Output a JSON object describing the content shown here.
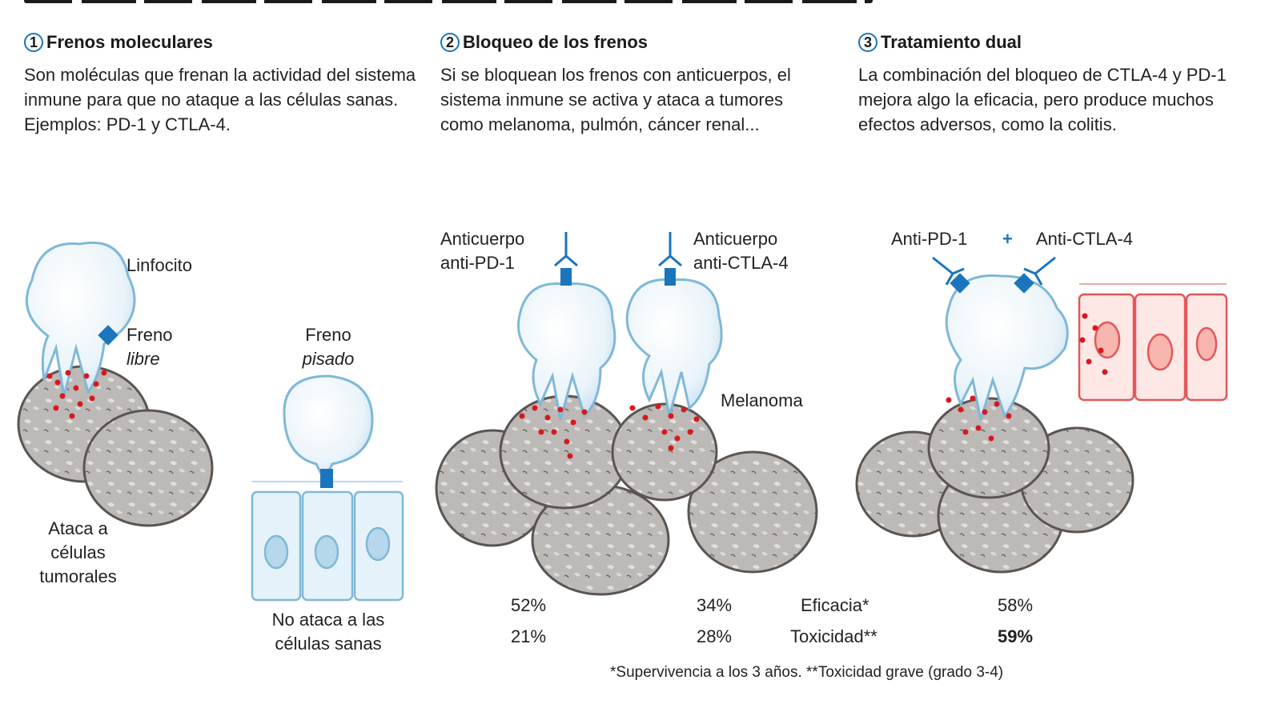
{
  "sections": [
    {
      "number": "1",
      "title": "Frenos moleculares",
      "text": "Son moléculas que frenan la actividad del sistema inmune para que no ataque a las células sanas. Ejemplos: PD-1 y CTLA-4."
    },
    {
      "number": "2",
      "title": "Bloqueo de los frenos",
      "text": "Si se bloquean los frenos con anticuerpos, el sistema inmune se activa y ataca a tumores como melanoma, pulmón, cáncer renal..."
    },
    {
      "number": "3",
      "title": "Tratamiento dual",
      "text": "La combinación del bloqueo de CTLA-4 y PD-1 mejora algo la eficacia, pero produce muchos efectos adversos, como la colitis."
    }
  ],
  "labels": {
    "linfocito": "Linfocito",
    "freno": "Freno",
    "libre": "libre",
    "pisado": "pisado",
    "ataca": "Ataca a células tumorales",
    "no_ataca": "No ataca a las células sanas",
    "anti_pd1_a": "Anticuerpo",
    "anti_pd1_b": "anti-PD-1",
    "anti_ctla4_a": "Anticuerpo",
    "anti_ctla4_b": "anti-CTLA-4",
    "melanoma": "Melanoma",
    "dual_pd1": "Anti-PD-1",
    "dual_plus": "+",
    "dual_ctla4": "Anti-CTLA-4"
  },
  "stats": {
    "row_eficacia": "Eficacia*",
    "row_toxicidad": "Toxicidad**",
    "pd1": {
      "eficacia": "52%",
      "toxicidad": "21%"
    },
    "ctla4": {
      "eficacia": "34%",
      "toxicidad": "28%"
    },
    "dual": {
      "eficacia": "58%",
      "toxicidad": "59%"
    }
  },
  "footnote": "*Supervivencia a los 3 años. **Toxicidad grave (grado 3-4)",
  "colors": {
    "accent": "#1b75bc",
    "cell_outline": "#7fb8d8",
    "cell_fill": "#dcecf6",
    "tumor": "#b8b4b1",
    "tumor_dark": "#5a5552",
    "dots": "#d7191f",
    "healthy_red": "#e4575a"
  }
}
